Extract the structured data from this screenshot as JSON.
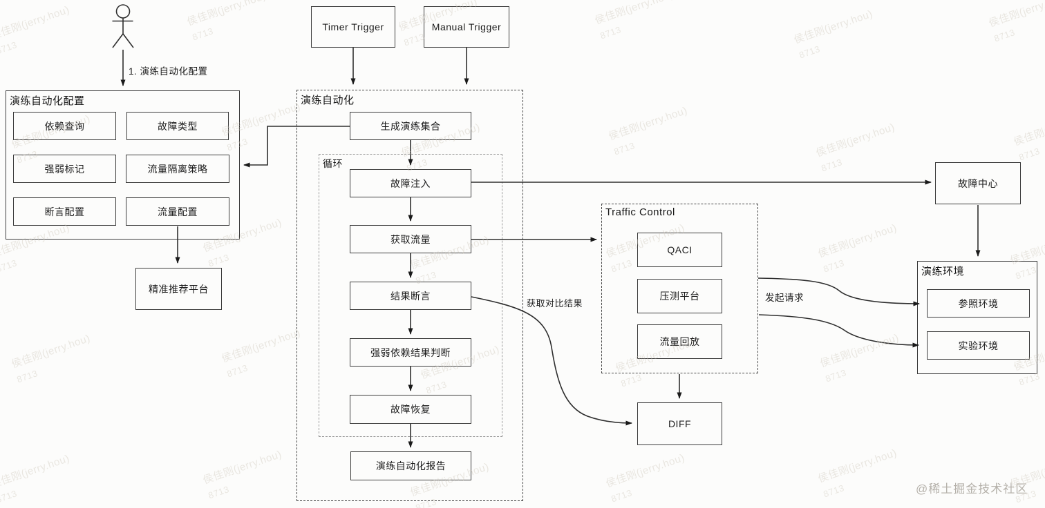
{
  "actor": {
    "flow_label": "1. 演练自动化配置"
  },
  "triggers": {
    "timer": "Timer Trigger",
    "manual": "Manual Trigger"
  },
  "config_panel": {
    "title": "演练自动化配置",
    "items": [
      "依赖查询",
      "故障类型",
      "强弱标记",
      "流量隔离策略",
      "断言配置",
      "流量配置"
    ]
  },
  "recommend_node": "精准推荐平台",
  "automation_panel": {
    "title": "演练自动化",
    "first_step": "生成演练集合",
    "loop": {
      "title": "循环",
      "steps": [
        "故障注入",
        "获取流量",
        "结果断言",
        "强弱依赖结果判断",
        "故障恢复"
      ]
    },
    "last_step": "演练自动化报告"
  },
  "traffic_panel": {
    "title": "Traffic Control",
    "items": [
      "QACI",
      "压测平台",
      "流量回放"
    ]
  },
  "fault_center_node": "故障中心",
  "env_panel": {
    "title": "演练环境",
    "items": [
      "参照环境",
      "实验环境"
    ]
  },
  "diff_node": "DIFF",
  "edge_labels": {
    "compare_result": "获取对比结果",
    "send_request": "发起请求"
  },
  "watermark": {
    "line1": "侯佳刚(jerry.hou)",
    "line2": "8713"
  },
  "credit": "@稀土掘金技术社区"
}
